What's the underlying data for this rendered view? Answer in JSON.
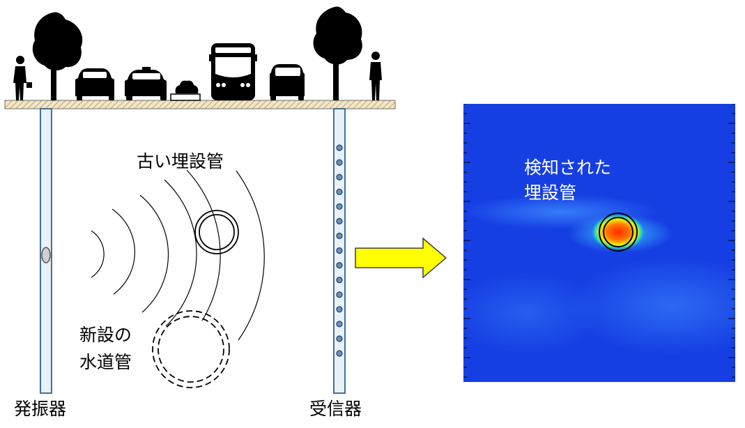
{
  "labels": {
    "old_pipe": "古い埋設管",
    "new_pipe_line1": "新設の",
    "new_pipe_line2": "水道管",
    "transmitter": "発振器",
    "receiver": "受信器",
    "detected_line1": "検知された",
    "detected_line2": "埋設管"
  },
  "icons": {
    "tree": "tree-icon",
    "car": "car-icon",
    "bus": "bus-icon",
    "person": "pedestrian-icon",
    "bush": "bush-icon",
    "arrow": "arrow-right-icon"
  },
  "colors": {
    "ground_fill": "#f1e6c8",
    "borehole_fill": "#e8f1f8",
    "borehole_stroke": "#41719c",
    "sensor_fill": "#6f8fb8",
    "arrow_fill": "#ffff00",
    "arrow_stroke": "#3f3f3f",
    "heatmap_bg": "#1a3fe6",
    "hot_core": "#ff2a00"
  },
  "receiver_sensor_count": 15
}
